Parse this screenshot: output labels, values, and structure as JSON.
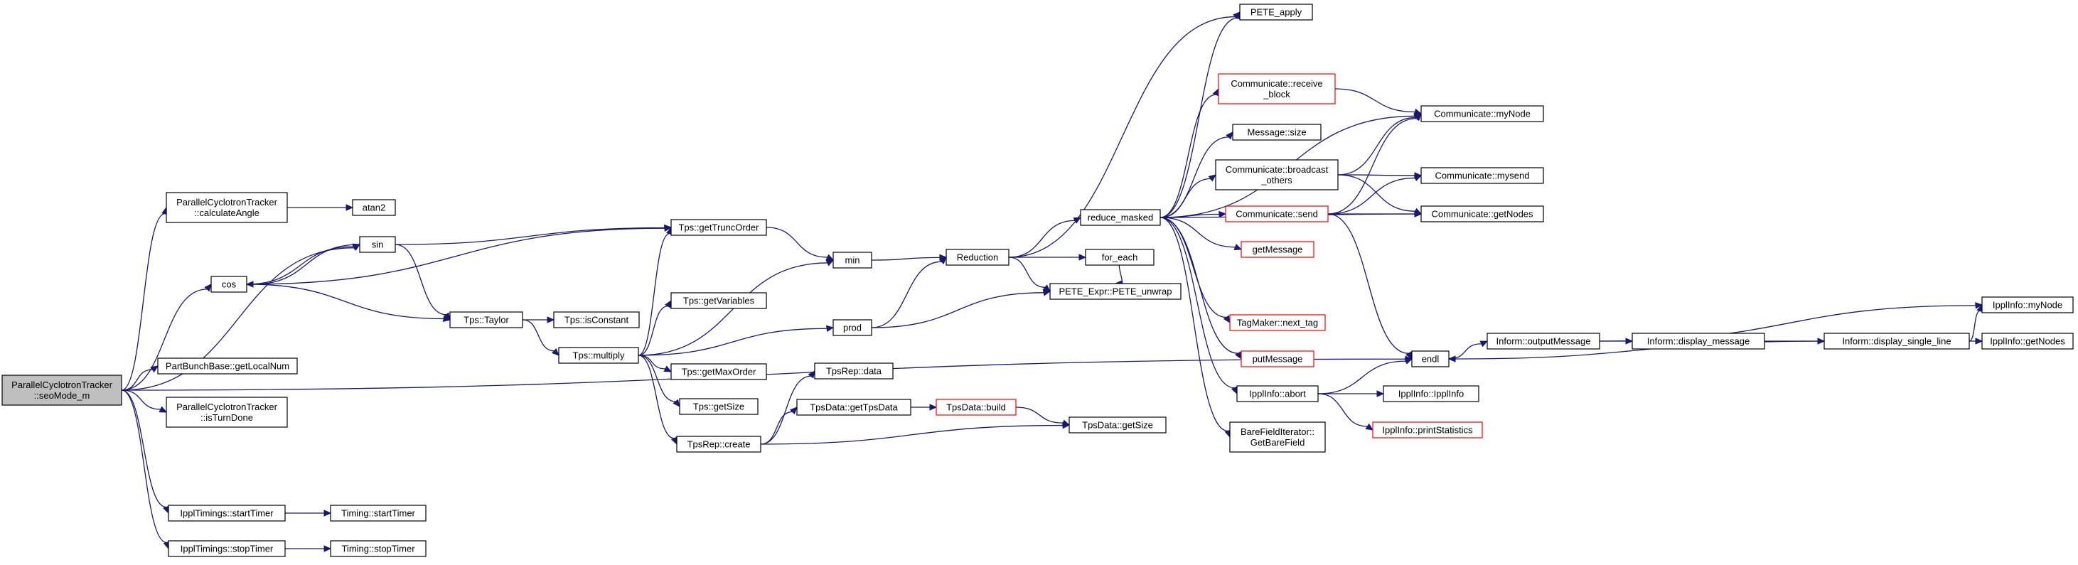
{
  "graph": {
    "nodes": [
      {
        "id": "root",
        "lines": [
          "ParallelCyclotronTracker",
          "::seoMode_m"
        ],
        "style": "root"
      },
      {
        "id": "calcAngle",
        "lines": [
          "ParallelCyclotronTracker",
          "::calculateAngle"
        ],
        "style": "normal"
      },
      {
        "id": "atan2",
        "lines": [
          "atan2"
        ],
        "style": "normal"
      },
      {
        "id": "sin",
        "lines": [
          "sin"
        ],
        "style": "normal"
      },
      {
        "id": "cos",
        "lines": [
          "cos"
        ],
        "style": "normal"
      },
      {
        "id": "getLocalNum",
        "lines": [
          "PartBunchBase::getLocalNum"
        ],
        "style": "normal"
      },
      {
        "id": "isTurnDone",
        "lines": [
          "ParallelCyclotronTracker",
          "::isTurnDone"
        ],
        "style": "normal"
      },
      {
        "id": "ipplStart",
        "lines": [
          "IpplTimings::startTimer"
        ],
        "style": "normal"
      },
      {
        "id": "timingStart",
        "lines": [
          "Timing::startTimer"
        ],
        "style": "normal"
      },
      {
        "id": "ipplStop",
        "lines": [
          "IpplTimings::stopTimer"
        ],
        "style": "normal"
      },
      {
        "id": "timingStop",
        "lines": [
          "Timing::stopTimer"
        ],
        "style": "normal"
      },
      {
        "id": "getTruncOrder",
        "lines": [
          "Tps::getTruncOrder"
        ],
        "style": "normal"
      },
      {
        "id": "taylor",
        "lines": [
          "Tps::Taylor"
        ],
        "style": "normal"
      },
      {
        "id": "isConstant",
        "lines": [
          "Tps::isConstant"
        ],
        "style": "normal"
      },
      {
        "id": "multiply",
        "lines": [
          "Tps::multiply"
        ],
        "style": "normal"
      },
      {
        "id": "getVariables",
        "lines": [
          "Tps::getVariables"
        ],
        "style": "normal"
      },
      {
        "id": "getMaxOrder",
        "lines": [
          "Tps::getMaxOrder"
        ],
        "style": "normal"
      },
      {
        "id": "tpsGetSize",
        "lines": [
          "Tps::getSize"
        ],
        "style": "normal"
      },
      {
        "id": "tpsRepCreate",
        "lines": [
          "TpsRep::create"
        ],
        "style": "normal"
      },
      {
        "id": "tpsRepData",
        "lines": [
          "TpsRep::data"
        ],
        "style": "normal"
      },
      {
        "id": "getTpsData",
        "lines": [
          "TpsData::getTpsData"
        ],
        "style": "normal"
      },
      {
        "id": "tpsBuild",
        "lines": [
          "TpsData::build"
        ],
        "style": "red"
      },
      {
        "id": "tpsDataGetSize",
        "lines": [
          "TpsData::getSize"
        ],
        "style": "normal"
      },
      {
        "id": "min",
        "lines": [
          "min"
        ],
        "style": "normal"
      },
      {
        "id": "prod",
        "lines": [
          "prod"
        ],
        "style": "normal"
      },
      {
        "id": "reduction",
        "lines": [
          "Reduction"
        ],
        "style": "normal"
      },
      {
        "id": "peteUnwrap",
        "lines": [
          "PETE_Expr::PETE_unwrap"
        ],
        "style": "normal"
      },
      {
        "id": "reduceMasked",
        "lines": [
          "reduce_masked"
        ],
        "style": "normal"
      },
      {
        "id": "forEach",
        "lines": [
          "for_each"
        ],
        "style": "normal"
      },
      {
        "id": "peteApply",
        "lines": [
          "PETE_apply"
        ],
        "style": "normal"
      },
      {
        "id": "commReceive",
        "lines": [
          "Communicate::receive",
          "_block"
        ],
        "style": "red"
      },
      {
        "id": "msgSize",
        "lines": [
          "Message::size"
        ],
        "style": "normal"
      },
      {
        "id": "commBroadcast",
        "lines": [
          "Communicate::broadcast",
          "_others"
        ],
        "style": "normal"
      },
      {
        "id": "commSend",
        "lines": [
          "Communicate::send"
        ],
        "style": "red"
      },
      {
        "id": "getMessage",
        "lines": [
          "getMessage"
        ],
        "style": "red"
      },
      {
        "id": "nextTag",
        "lines": [
          "TagMaker::next_tag"
        ],
        "style": "red"
      },
      {
        "id": "putMessage",
        "lines": [
          "putMessage"
        ],
        "style": "red"
      },
      {
        "id": "ipplAbort",
        "lines": [
          "IpplInfo::abort"
        ],
        "style": "normal"
      },
      {
        "id": "bareField",
        "lines": [
          "BareFieldIterator::",
          "GetBareField"
        ],
        "style": "normal"
      },
      {
        "id": "commMyNode",
        "lines": [
          "Communicate::myNode"
        ],
        "style": "normal"
      },
      {
        "id": "commMySend",
        "lines": [
          "Communicate::mysend"
        ],
        "style": "normal"
      },
      {
        "id": "commGetNodes",
        "lines": [
          "Communicate::getNodes"
        ],
        "style": "normal"
      },
      {
        "id": "endl",
        "lines": [
          "endl"
        ],
        "style": "normal"
      },
      {
        "id": "ipplInfoCtor",
        "lines": [
          "IpplInfo::IpplInfo"
        ],
        "style": "normal"
      },
      {
        "id": "printStats",
        "lines": [
          "IpplInfo::printStatistics"
        ],
        "style": "red"
      },
      {
        "id": "outputMessage",
        "lines": [
          "Inform::outputMessage"
        ],
        "style": "normal"
      },
      {
        "id": "displayMessage",
        "lines": [
          "Inform::display_message"
        ],
        "style": "normal"
      },
      {
        "id": "displaySingleLine",
        "lines": [
          "Inform::display_single_line"
        ],
        "style": "normal"
      },
      {
        "id": "ipplMyNode",
        "lines": [
          "IpplInfo::myNode"
        ],
        "style": "normal"
      },
      {
        "id": "ipplGetNodes",
        "lines": [
          "IpplInfo::getNodes"
        ],
        "style": "normal"
      }
    ],
    "edges": [
      [
        "root",
        "calcAngle"
      ],
      [
        "root",
        "sin"
      ],
      [
        "root",
        "cos"
      ],
      [
        "root",
        "getLocalNum"
      ],
      [
        "root",
        "isTurnDone"
      ],
      [
        "root",
        "ipplStart"
      ],
      [
        "root",
        "ipplStop"
      ],
      [
        "root",
        "endl"
      ],
      [
        "calcAngle",
        "atan2"
      ],
      [
        "sin",
        "cos"
      ],
      [
        "sin",
        "getTruncOrder"
      ],
      [
        "sin",
        "taylor"
      ],
      [
        "cos",
        "sin"
      ],
      [
        "cos",
        "getTruncOrder"
      ],
      [
        "cos",
        "taylor"
      ],
      [
        "ipplStart",
        "timingStart"
      ],
      [
        "ipplStop",
        "timingStop"
      ],
      [
        "taylor",
        "isConstant"
      ],
      [
        "taylor",
        "multiply"
      ],
      [
        "multiply",
        "getTruncOrder"
      ],
      [
        "multiply",
        "getVariables"
      ],
      [
        "multiply",
        "getMaxOrder"
      ],
      [
        "multiply",
        "tpsGetSize"
      ],
      [
        "multiply",
        "tpsRepCreate"
      ],
      [
        "multiply",
        "min"
      ],
      [
        "multiply",
        "prod"
      ],
      [
        "getTruncOrder",
        "min"
      ],
      [
        "tpsRepCreate",
        "tpsRepData"
      ],
      [
        "tpsRepCreate",
        "getTpsData"
      ],
      [
        "tpsRepCreate",
        "tpsDataGetSize"
      ],
      [
        "getTpsData",
        "tpsBuild"
      ],
      [
        "tpsBuild",
        "tpsDataGetSize"
      ],
      [
        "min",
        "reduction"
      ],
      [
        "prod",
        "reduction"
      ],
      [
        "prod",
        "peteUnwrap"
      ],
      [
        "reduction",
        "peteApply"
      ],
      [
        "reduction",
        "reduceMasked"
      ],
      [
        "reduction",
        "forEach"
      ],
      [
        "reduction",
        "peteUnwrap"
      ],
      [
        "forEach",
        "peteUnwrap"
      ],
      [
        "reduceMasked",
        "peteApply"
      ],
      [
        "reduceMasked",
        "commReceive"
      ],
      [
        "reduceMasked",
        "msgSize"
      ],
      [
        "reduceMasked",
        "commBroadcast"
      ],
      [
        "reduceMasked",
        "commSend"
      ],
      [
        "reduceMasked",
        "getMessage"
      ],
      [
        "reduceMasked",
        "nextTag"
      ],
      [
        "reduceMasked",
        "putMessage"
      ],
      [
        "reduceMasked",
        "ipplAbort"
      ],
      [
        "reduceMasked",
        "bareField"
      ],
      [
        "reduceMasked",
        "commMyNode"
      ],
      [
        "reduceMasked",
        "commGetNodes"
      ],
      [
        "commReceive",
        "commMyNode"
      ],
      [
        "commBroadcast",
        "commMyNode"
      ],
      [
        "commBroadcast",
        "commMySend"
      ],
      [
        "commBroadcast",
        "commGetNodes"
      ],
      [
        "commSend",
        "commMyNode"
      ],
      [
        "commSend",
        "commMySend"
      ],
      [
        "commSend",
        "commGetNodes"
      ],
      [
        "commSend",
        "endl"
      ],
      [
        "ipplAbort",
        "endl"
      ],
      [
        "ipplAbort",
        "ipplInfoCtor"
      ],
      [
        "ipplAbort",
        "printStats"
      ],
      [
        "endl",
        "outputMessage"
      ],
      [
        "outputMessage",
        "displayMessage"
      ],
      [
        "outputMessage",
        "ipplMyNode"
      ],
      [
        "displayMessage",
        "displaySingleLine"
      ],
      [
        "displaySingleLine",
        "ipplMyNode"
      ],
      [
        "displaySingleLine",
        "ipplGetNodes"
      ],
      [
        "displaySingleLine",
        "endl"
      ]
    ]
  }
}
